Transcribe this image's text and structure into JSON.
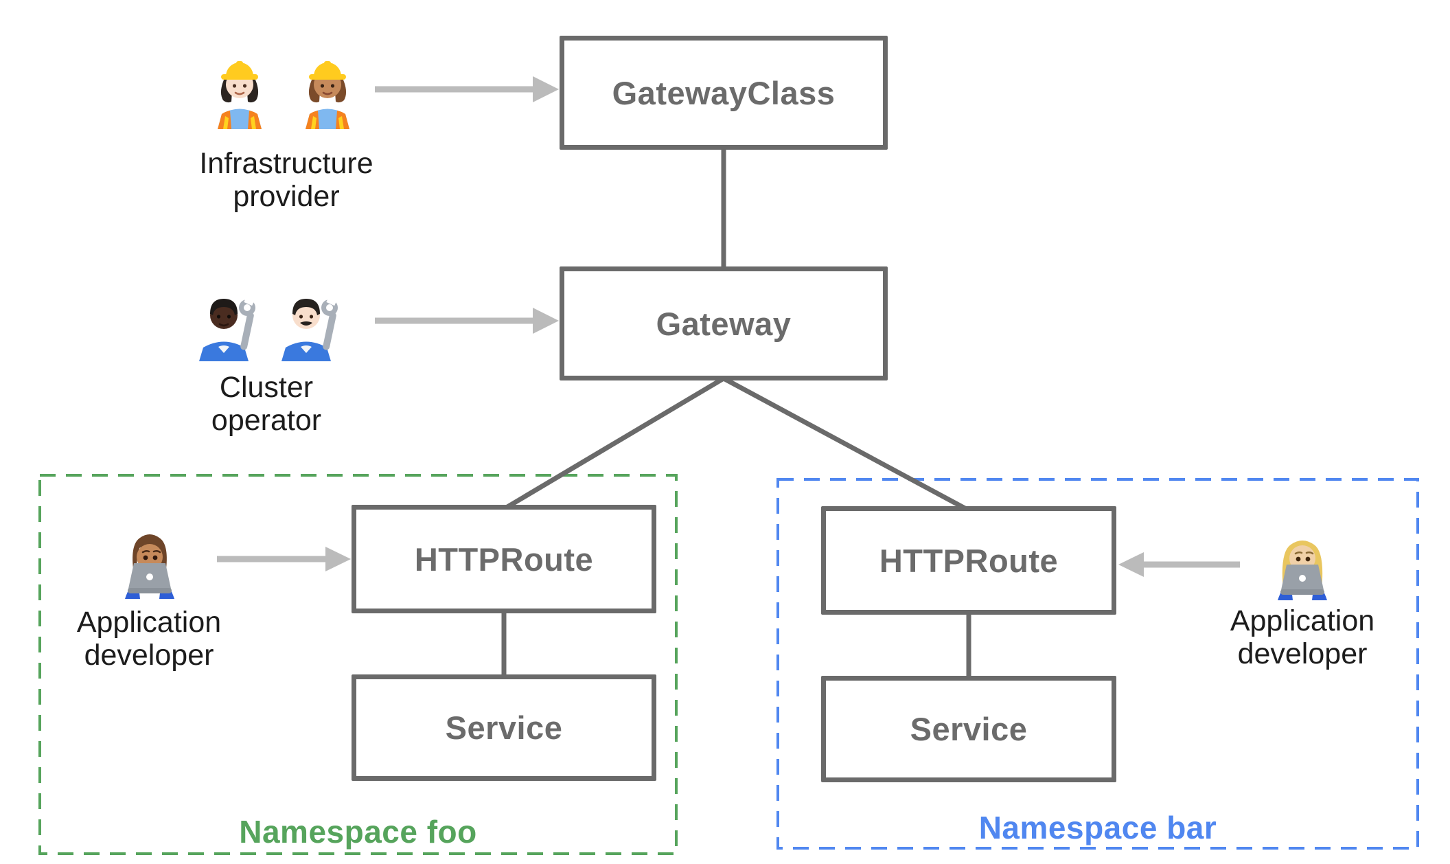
{
  "nodes": {
    "gatewayclass": {
      "label": "GatewayClass"
    },
    "gateway": {
      "label": "Gateway"
    },
    "httproute_foo": {
      "label": "HTTPRoute"
    },
    "service_foo": {
      "label": "Service"
    },
    "httproute_bar": {
      "label": "HTTPRoute"
    },
    "service_bar": {
      "label": "Service"
    }
  },
  "personas": {
    "infrastructure_provider": {
      "line1": "Infrastructure",
      "line2": "provider",
      "icons": [
        "woman-construction-worker-light",
        "woman-construction-worker-medium"
      ]
    },
    "cluster_operator": {
      "line1": "Cluster",
      "line2": "operator",
      "icons": [
        "person-mechanic-dark-skin",
        "man-mechanic-light"
      ]
    },
    "application_developer_foo": {
      "line1": "Application",
      "line2": "developer",
      "icons": [
        "man-technologist-medium"
      ]
    },
    "application_developer_bar": {
      "line1": "Application",
      "line2": "developer",
      "icons": [
        "woman-technologist-light"
      ]
    }
  },
  "namespaces": {
    "foo": {
      "label": "Namespace foo"
    },
    "bar": {
      "label": "Namespace bar"
    }
  },
  "colors": {
    "box_border": "#6A6A6A",
    "box_text": "#6B6B6B",
    "connector": "#6A6A6A",
    "arrow": "#BBBBBB",
    "persona_text": "#1C1C1C",
    "namespace_foo": "#56A45C",
    "namespace_bar": "#5087F0"
  }
}
